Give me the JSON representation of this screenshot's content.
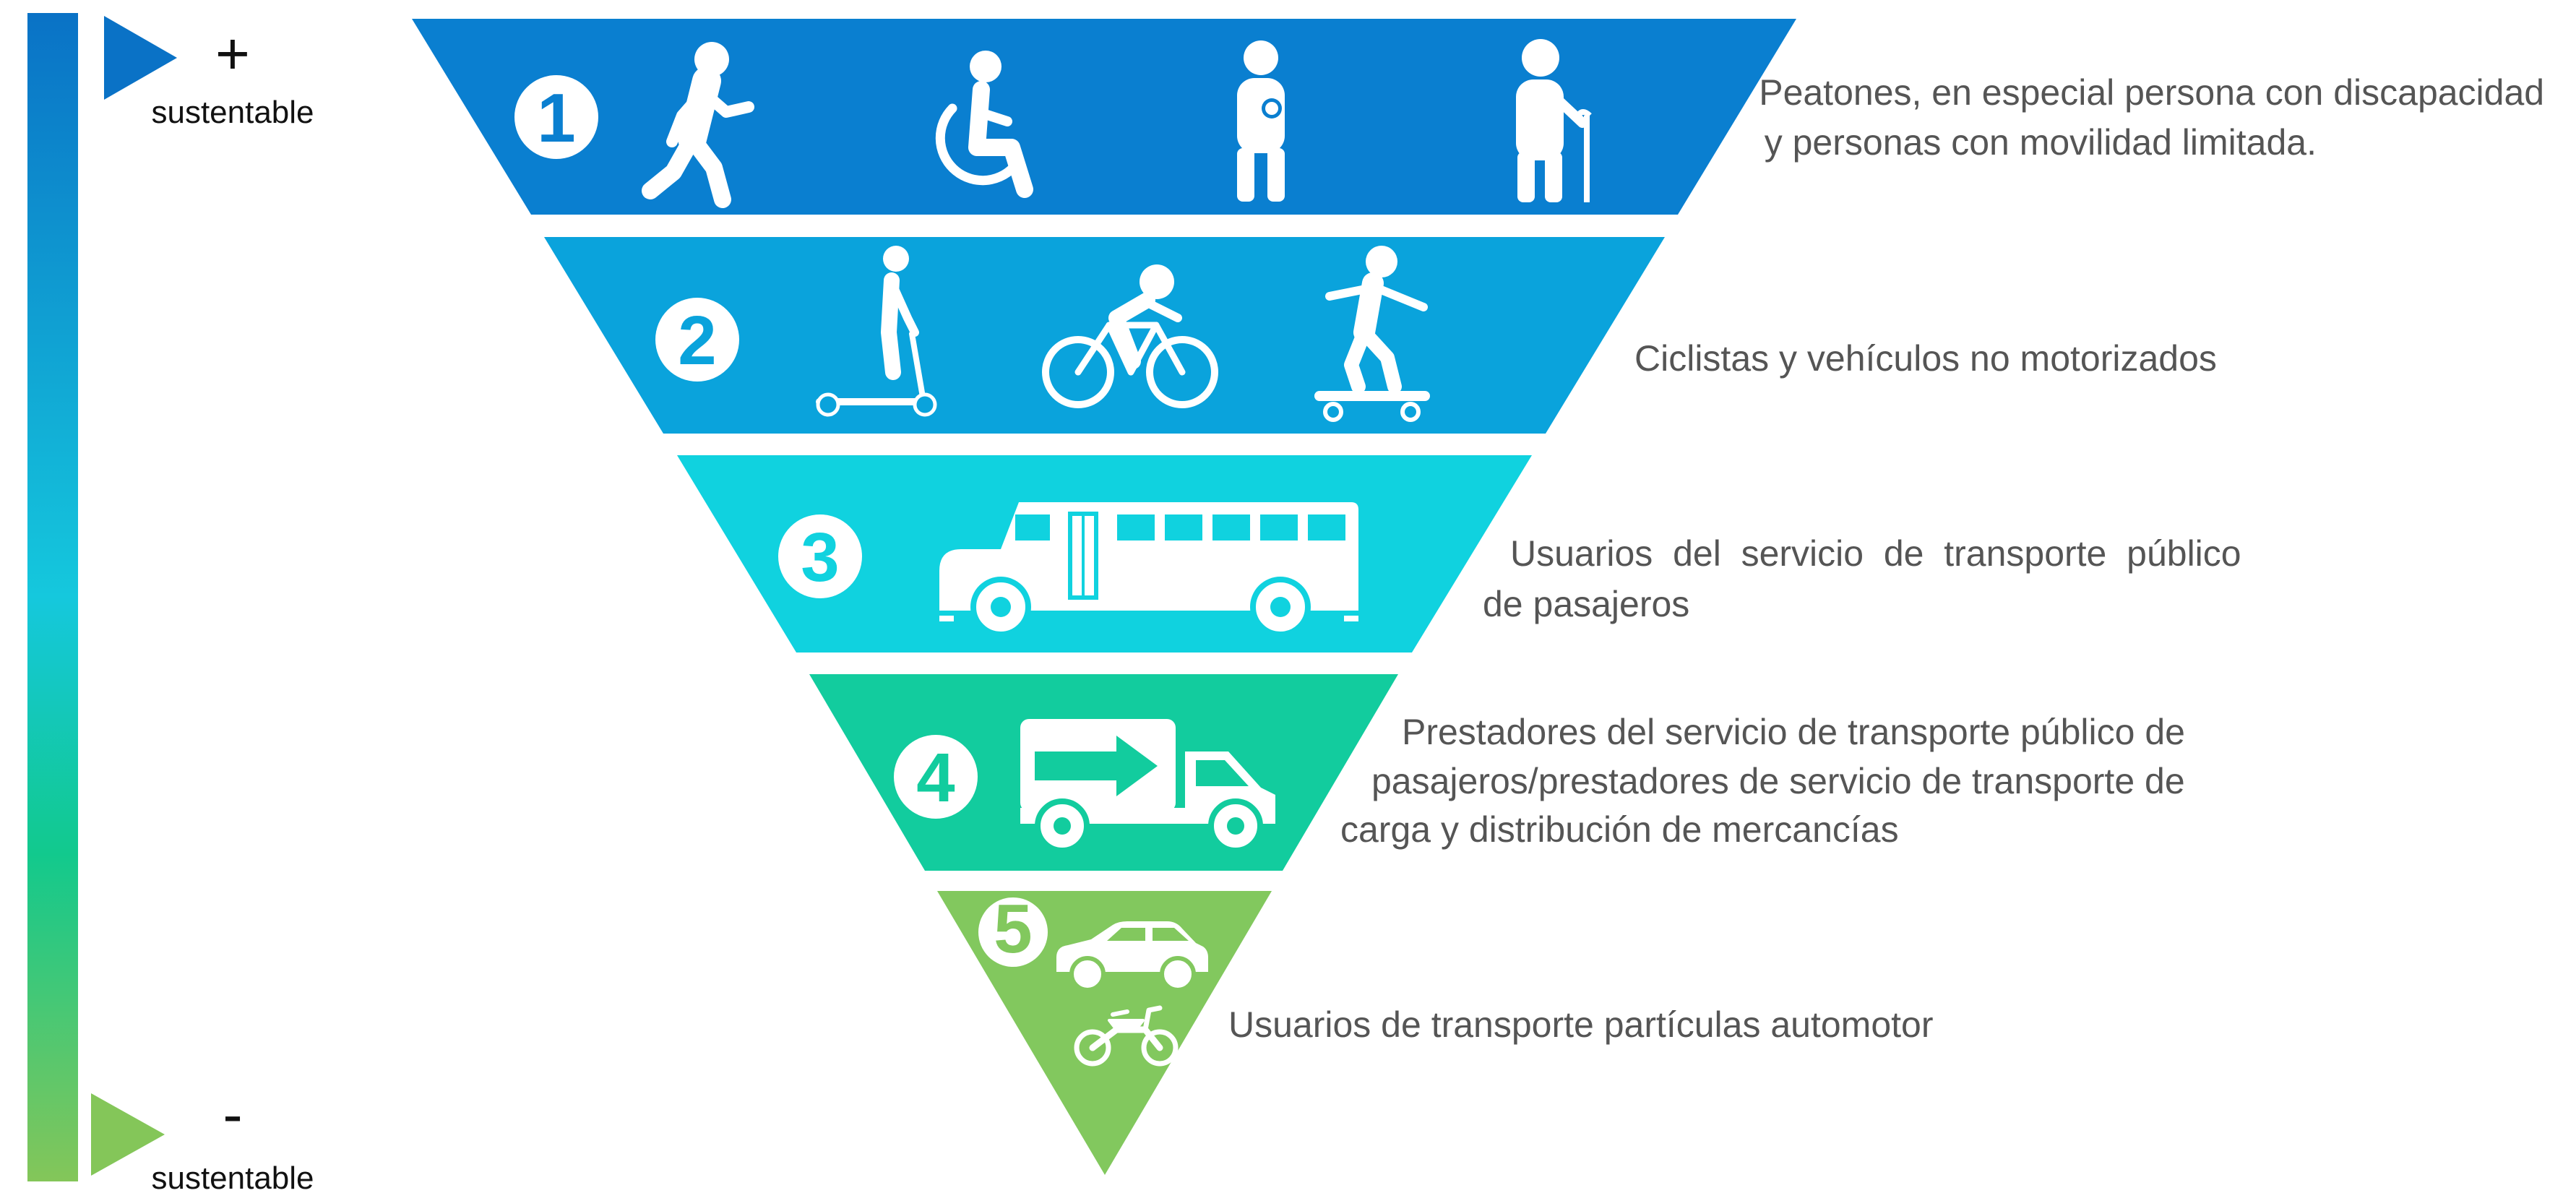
{
  "scale": {
    "top_sign": "+",
    "top_label": "sustentable",
    "bottom_sign": "-",
    "bottom_label": "sustentable",
    "gradient_colors": [
      "#0a72c6",
      "#15c8dd",
      "#12c98d",
      "#84c659"
    ]
  },
  "levels": [
    {
      "number": "1",
      "color": "#0a7fd0",
      "icons": [
        "pedestrian-walking-icon",
        "wheelchair-user-icon",
        "person-holding-baby-icon",
        "elderly-person-with-cane-icon"
      ],
      "description_lines": [
        "Peatones, en especial persona con discapacidad",
        "y personas con movilidad limitada."
      ]
    },
    {
      "number": "2",
      "color": "#0aa3dc",
      "icons": [
        "scooter-rider-icon",
        "cyclist-icon",
        "skateboarder-icon"
      ],
      "description_lines": [
        "Ciclistas y vehículos no motorizados"
      ]
    },
    {
      "number": "3",
      "color": "#10d2df",
      "icons": [
        "bus-icon"
      ],
      "description_lines": [
        "Usuarios  del  servicio  de  transporte  público",
        "de pasajeros"
      ]
    },
    {
      "number": "4",
      "color": "#12cc9e",
      "icons": [
        "delivery-truck-icon"
      ],
      "description_lines": [
        "Prestadores del servicio de transporte público de",
        "pasajeros/prestadores de servicio de transporte de",
        "carga y distribución de mercancías"
      ]
    },
    {
      "number": "5",
      "color": "#82c85e",
      "icons": [
        "car-icon",
        "motorcycle-icon"
      ],
      "description_lines": [
        "Usuarios de transporte partículas automotor"
      ]
    }
  ]
}
